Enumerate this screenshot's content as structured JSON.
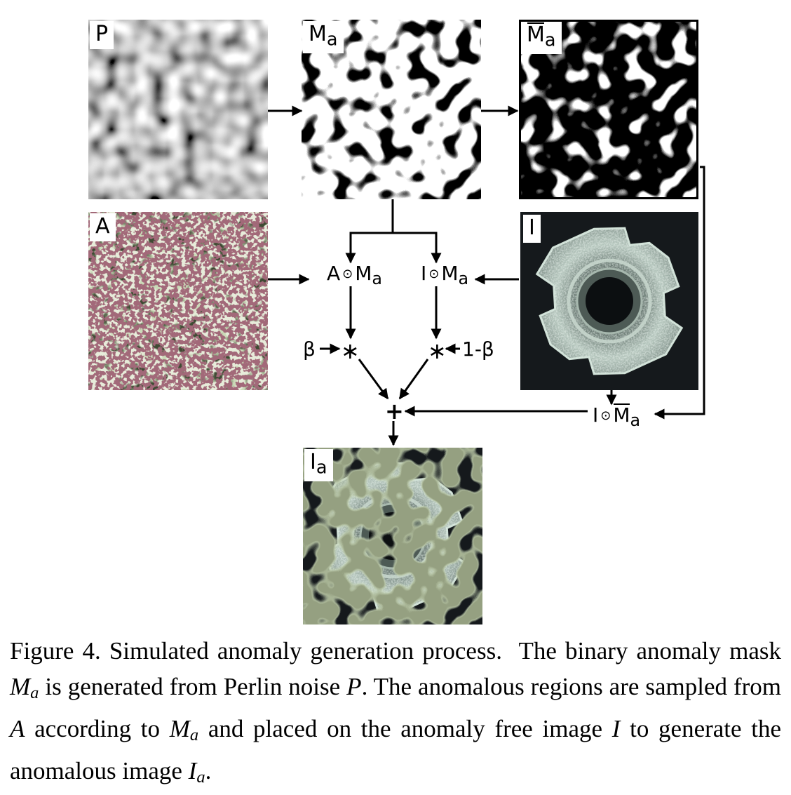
{
  "panels": {
    "p": {
      "label": "P"
    },
    "ma": {
      "label": "M",
      "label_sub": "a"
    },
    "ma_bar": {
      "label": "M",
      "label_sub": "a"
    },
    "a": {
      "label": "A"
    },
    "i": {
      "label": "I"
    },
    "ia": {
      "label": "I",
      "label_sub": "a"
    }
  },
  "operations": {
    "a_odot_ma": {
      "left": "A",
      "odot": "⊙",
      "right": "M",
      "right_sub": "a"
    },
    "i_odot_ma": {
      "left": "I",
      "odot": "⊙",
      "right": "M",
      "right_sub": "a"
    },
    "i_odot_mabar": {
      "left": "I",
      "odot": "⊙",
      "right": "M",
      "right_sub": "a"
    },
    "beta": "β",
    "one_minus_beta": "1-β",
    "multiply": "∗",
    "plus": "+"
  },
  "caption": {
    "fig_label": "Figure 4.",
    "s1": "Simulated anomaly generation process.",
    "s2a": "The binary anomaly mask",
    "s2_var1": "M",
    "s2_var1_sub": "a",
    "s2b": "is generated from Perlin noise",
    "s2_var2": "P",
    "s3a": "The anomalous regions are sampled from",
    "s3_var1": "A",
    "s3b": "according to",
    "s3_var2": "M",
    "s3_var2_sub": "a",
    "s3c": "and placed on the anomaly free image",
    "s3_var3": "I",
    "s3d": "to generate the anomalous image",
    "s3_var4": "I",
    "s3_var4_sub": "a"
  },
  "colors": {
    "mask_black": "#000000",
    "mask_white": "#ffffff",
    "leaf_green": "#8ea873",
    "leaf_dark": "#4a5a3a",
    "leaf_red": "#5a2530",
    "glass": "#aebfb6",
    "dark_bg": "#15191c"
  }
}
